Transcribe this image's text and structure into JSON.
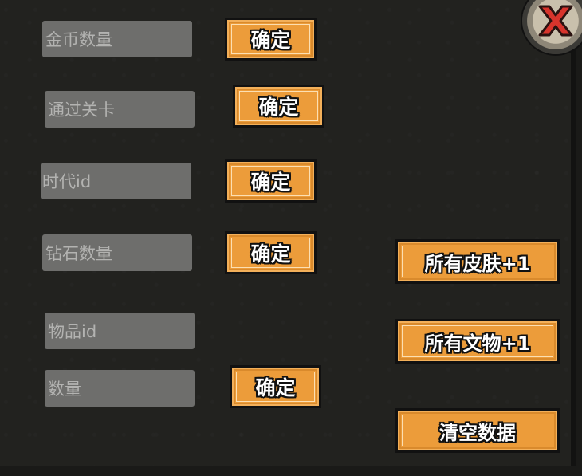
{
  "inputs": {
    "gold_amount": {
      "placeholder": "金币数量"
    },
    "levels_passed": {
      "placeholder": "通过关卡"
    },
    "era_id": {
      "placeholder": "时代id"
    },
    "diamond_amount": {
      "placeholder": "钻石数量"
    },
    "item_id": {
      "placeholder": "物品id"
    },
    "item_quantity": {
      "placeholder": "数量"
    }
  },
  "buttons": {
    "confirm_label": "确定",
    "all_skins_plus_one": "所有皮肤+1",
    "all_relics_plus_one": "所有文物+1",
    "clear_data": "清空数据"
  },
  "icons": {
    "close": "close-icon"
  },
  "colors": {
    "button_fill": "#ec9c3a",
    "field_fill": "#6e6e6c",
    "panel_bg": "#22221f",
    "close_x": "#d7342c"
  }
}
